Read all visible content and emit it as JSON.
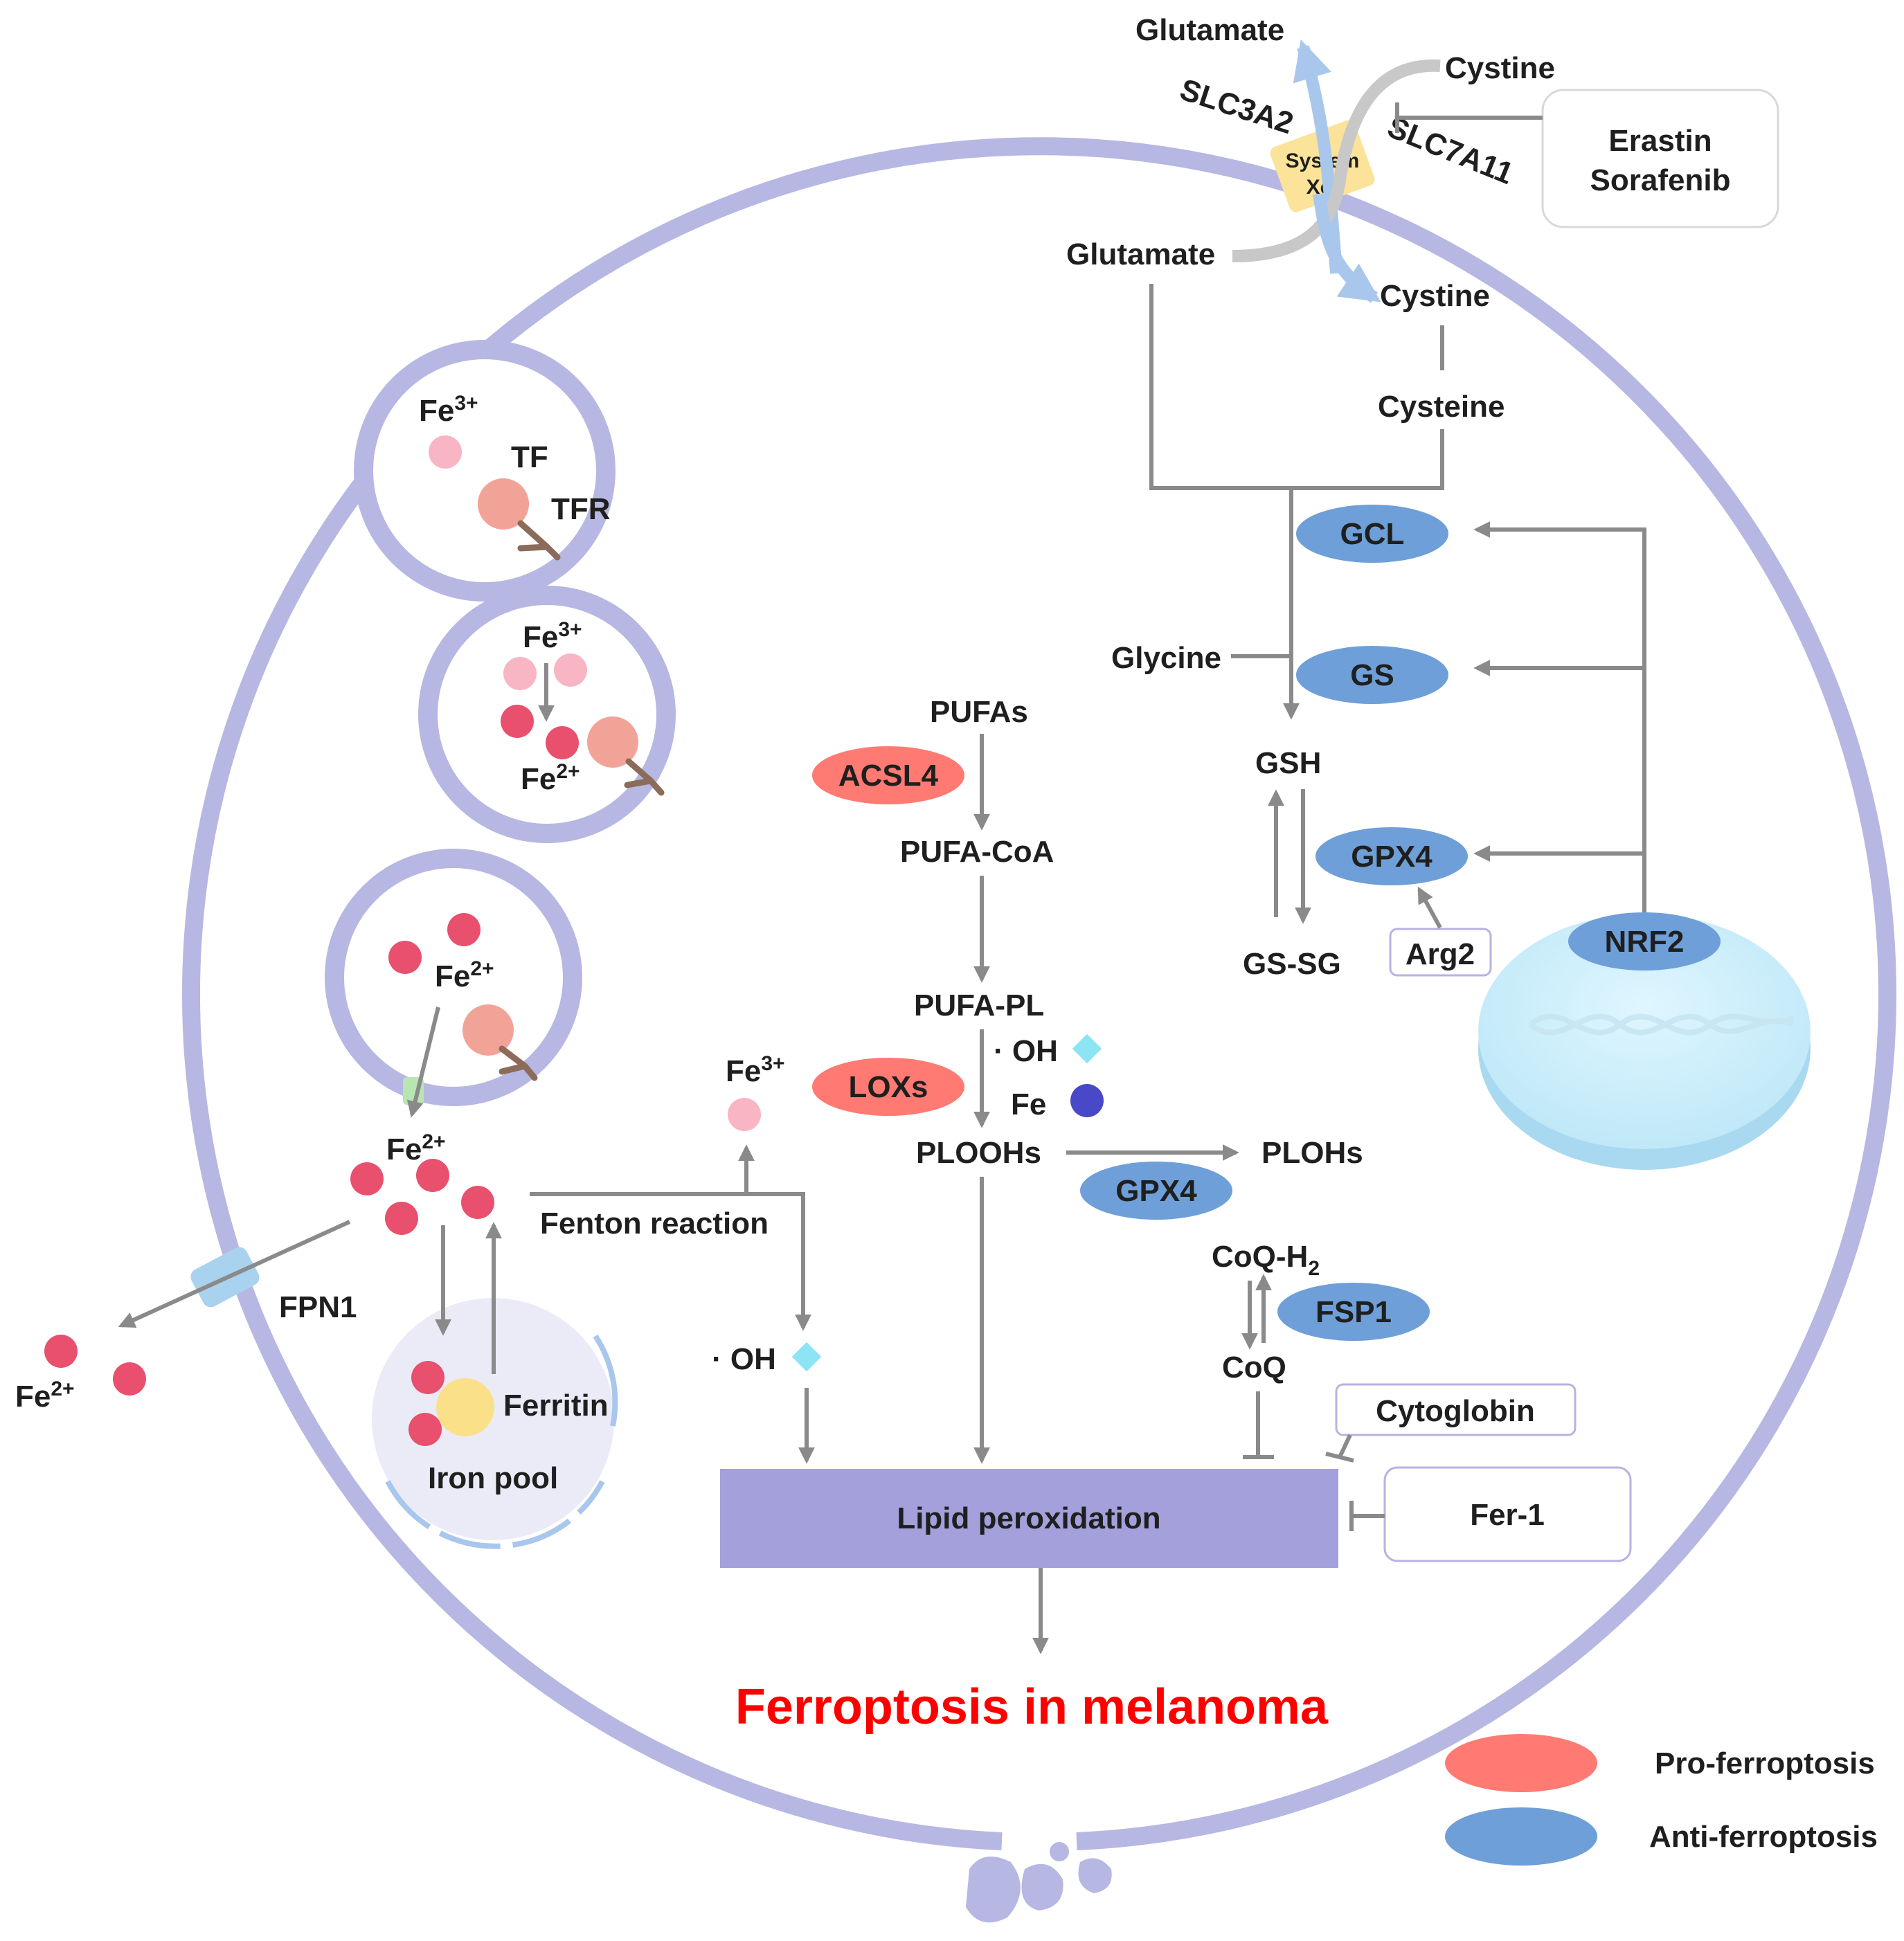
{
  "title": "Ferroptosis in melanoma",
  "legend": {
    "pro": "Pro-ferroptosis",
    "anti": "Anti-ferroptosis",
    "pro_color": "#ff7a72",
    "anti_color": "#6e9fd8"
  },
  "transporter": {
    "glutamate_out": "Glutamate",
    "cystine_in": "Cystine",
    "slc3a2": "SLC3A2",
    "slc7a11": "SLC7A11",
    "system_line1": "System",
    "system_line2": "Xc-",
    "glutamate_in": "Glutamate",
    "cystine_inner": "Cystine",
    "inhibitor_line1": "Erastin",
    "inhibitor_line2": "Sorafenib"
  },
  "gsh_pathway": {
    "cysteine": "Cysteine",
    "gcl": "GCL",
    "glycine": "Glycine",
    "gs": "GS",
    "gsh": "GSH",
    "gpx4": "GPX4",
    "gssg": "GS-SG",
    "arg2": "Arg2",
    "nrf2": "NRF2"
  },
  "lipid_pathway": {
    "pufas": "PUFAs",
    "acsl4": "ACSL4",
    "pufa_coa": "PUFA-CoA",
    "pufa_pl": "PUFA-PL",
    "oh": "· OH",
    "fe": "Fe",
    "loxs": "LOXs",
    "ploohs": "PLOOHs",
    "plohs": "PLOHs",
    "gpx4": "GPX4",
    "coqh2": "CoQ-H",
    "coqh2_sub": "2",
    "fsp1": "FSP1",
    "coq": "CoQ",
    "cytoglobin": "Cytoglobin",
    "fer1": "Fer-1",
    "lipid_perox": "Lipid peroxidation"
  },
  "iron": {
    "fe3_a": "Fe",
    "fe3_a_sup": "3+",
    "tf": "TF",
    "tfr": "TFR",
    "fe3_b": "Fe",
    "fe3_b_sup": "3+",
    "fe2_b": "Fe",
    "fe2_b_sup": "2+",
    "fe2_c": "Fe",
    "fe2_c_sup": "2+",
    "fe2_d": "Fe",
    "fe2_d_sup": "2+",
    "fpn1": "FPN1",
    "fe2_out": "Fe",
    "fe2_out_sup": "2+",
    "ferritin": "Ferritin",
    "iron_pool": "Iron pool",
    "fenton": "Fenton reaction",
    "fe3_f": "Fe",
    "fe3_f_sup": "3+",
    "oh_f": "· OH"
  }
}
